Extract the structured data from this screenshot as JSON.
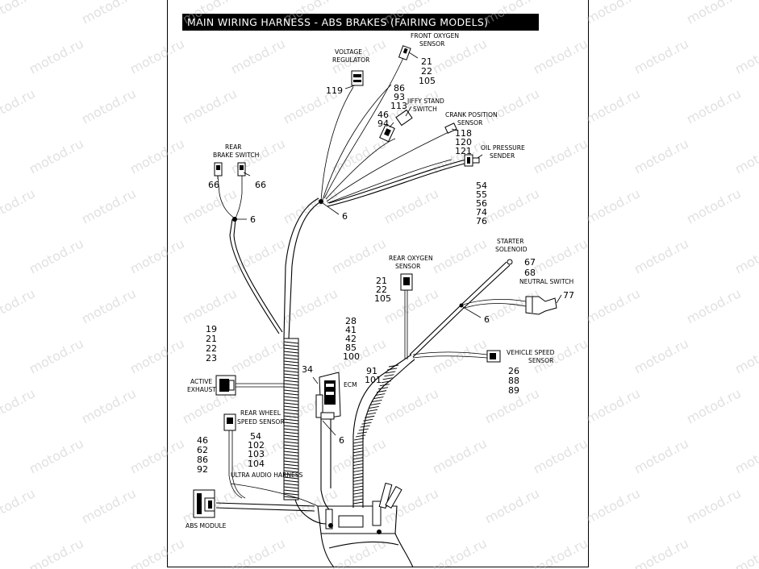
{
  "title": "MAIN WIRING  HARNESS - ABS BRAKES (FAIRING MODELS)",
  "watermark": "motod.ru",
  "callouts": {
    "front_oxygen_sensor": {
      "label": [
        "FRONT OXYGEN",
        "SENSOR"
      ],
      "nums": [
        "21",
        "22",
        "105"
      ]
    },
    "voltage_regulator": {
      "label": [
        "VOLTAGE",
        "REGULATOR"
      ],
      "nums": [
        "119"
      ]
    },
    "jiffy_stand_switch": {
      "label": [
        "JIFFY STAND",
        "SWITCH"
      ],
      "nums": [
        "86",
        "93",
        "113"
      ]
    },
    "jiffy_connector": {
      "nums": [
        "46",
        "94"
      ]
    },
    "crank_position_sensor": {
      "label": [
        "CRANK POSITION",
        "SENSOR"
      ],
      "nums": [
        "118",
        "120",
        "121"
      ]
    },
    "oil_pressure_sender": {
      "label": [
        "OIL PRESSURE",
        "SENDER"
      ],
      "nums": [
        "54",
        "55",
        "56",
        "74",
        "76"
      ]
    },
    "rear_brake_switch": {
      "label": [
        "REAR",
        "BRAKE SWITCH"
      ],
      "nums": [
        "66",
        "66"
      ]
    },
    "tie_wraps": [
      "6",
      "6",
      "6",
      "6"
    ],
    "starter_solenoid": {
      "label": [
        "STARTER",
        "SOLENOID"
      ],
      "nums": [
        "67",
        "68"
      ]
    },
    "neutral_switch": {
      "label": [
        "NEUTRAL SWITCH"
      ],
      "nums": [
        "77"
      ]
    },
    "rear_oxygen_sensor": {
      "label": [
        "REAR OXYGEN",
        "SENSOR"
      ],
      "nums": [
        "21",
        "22",
        "105"
      ]
    },
    "active_exhaust": {
      "label": [
        "ACTIVE",
        "EXHAUST"
      ],
      "nums": [
        "19",
        "21",
        "22",
        "23"
      ]
    },
    "ecm": {
      "label": [
        "ECM"
      ],
      "nums": [
        "28",
        "41",
        "42",
        "85",
        "100"
      ]
    },
    "ecm_side": {
      "nums": [
        "91",
        "101"
      ]
    },
    "ecm_bracket": {
      "nums": [
        "34"
      ]
    },
    "vehicle_speed_sensor": {
      "label": [
        "VEHICLE SPEED",
        "SENSOR"
      ],
      "nums": [
        "26",
        "88",
        "89"
      ]
    },
    "rear_wheel_speed_sensor": {
      "label": [
        "REAR WHEEL",
        "SPEED SENSOR"
      ],
      "nums": [
        "54",
        "102",
        "103",
        "104"
      ]
    },
    "ultra_audio_harness": {
      "label": [
        "ULTRA AUDIO HARNESS"
      ]
    },
    "abs_module": {
      "label": [
        "ABS MODULE"
      ],
      "nums": [
        "46",
        "62",
        "86",
        "92"
      ]
    }
  }
}
